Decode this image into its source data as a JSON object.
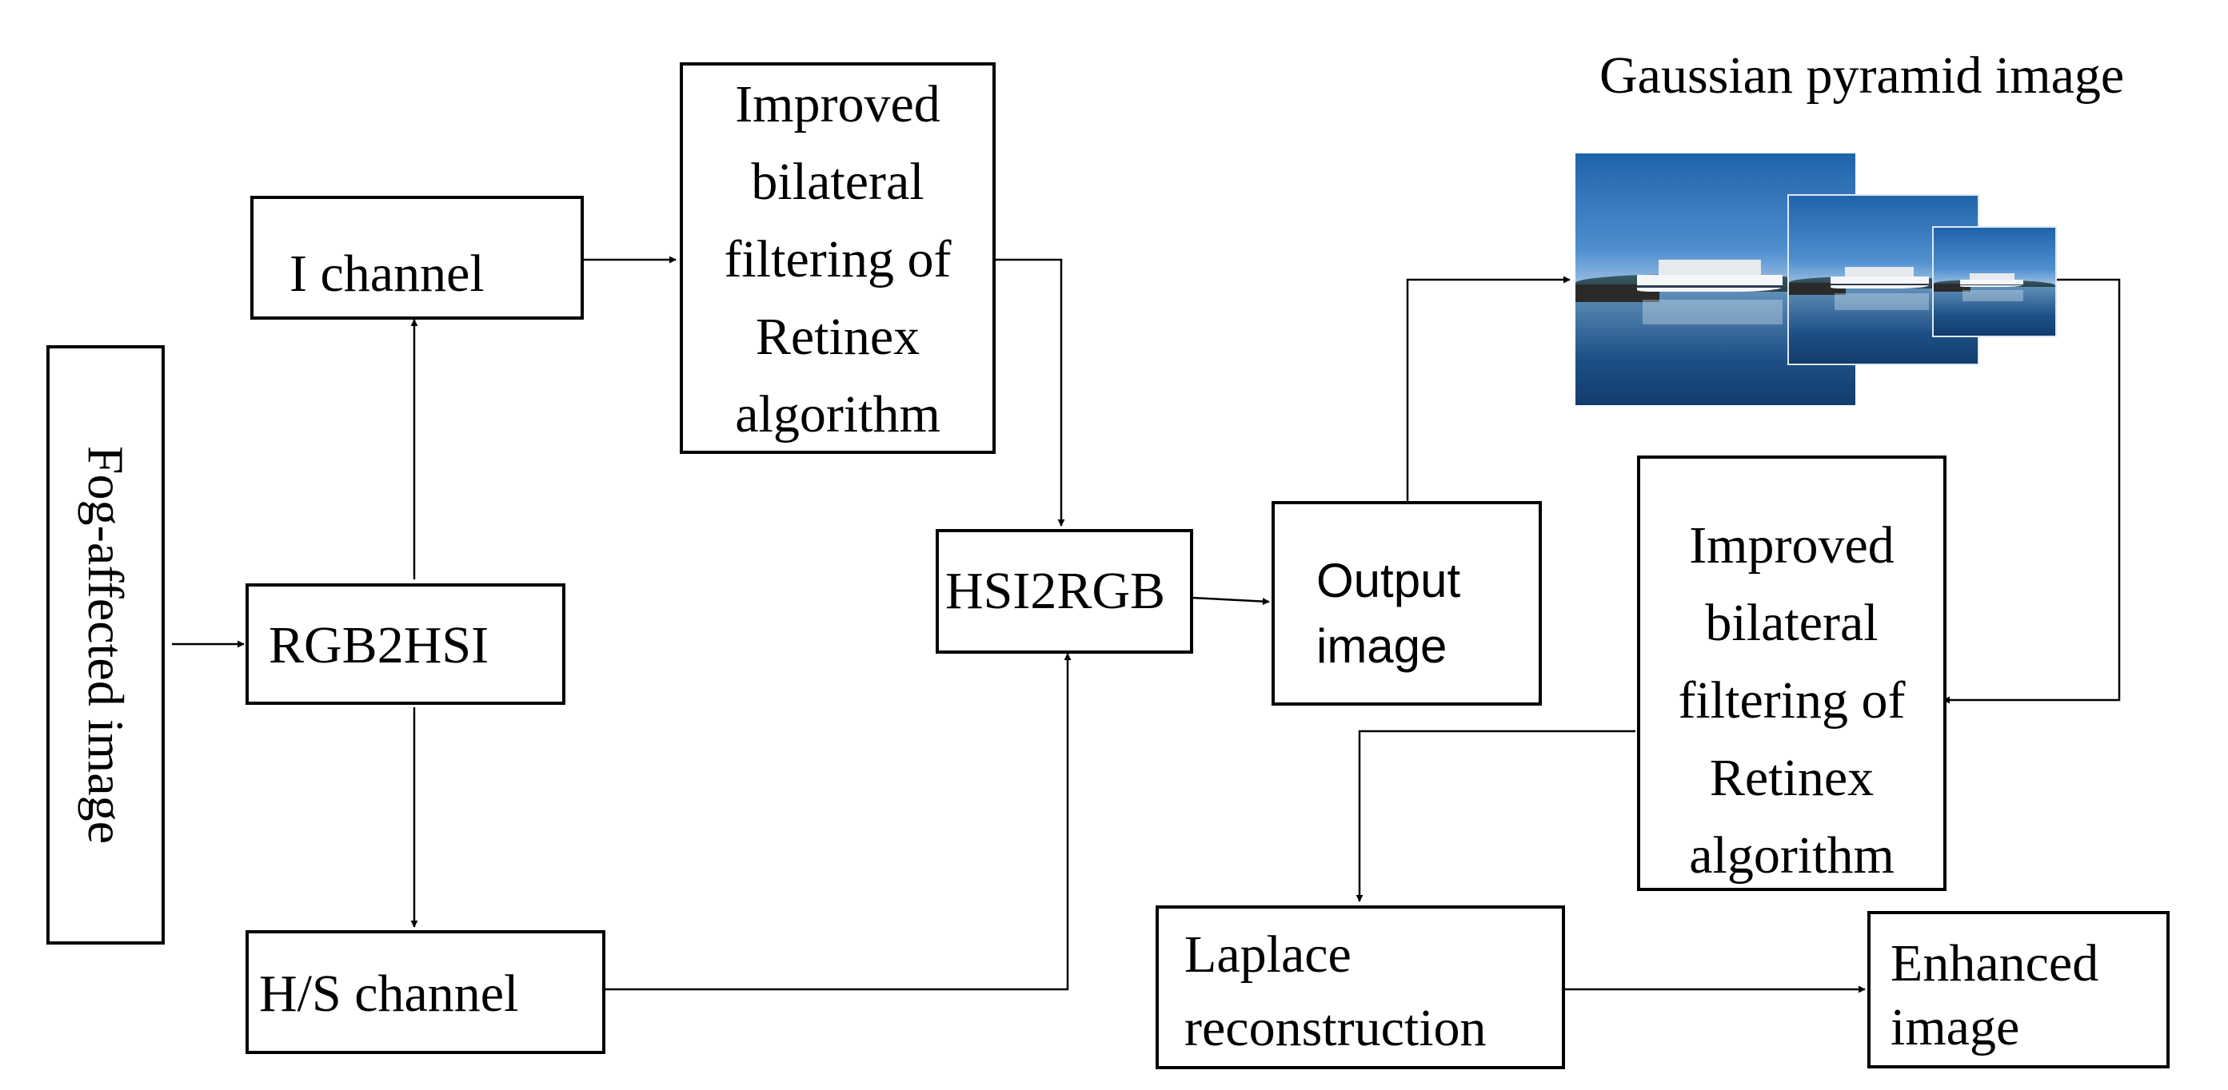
{
  "nodes": {
    "fog_input": "Fog-affected image",
    "rgb2hsi": "RGB2HSI",
    "i_channel": "I channel",
    "hs_channel": "H/S channel",
    "retinex_top": [
      "Improved",
      "bilateral",
      "filtering of",
      "Retinex",
      "algorithm"
    ],
    "hsi2rgb": "HSI2RGB",
    "output_image": [
      "Output",
      "image"
    ],
    "pyramid_caption": "Gaussian pyramid image",
    "retinex_right": [
      "Improved",
      "bilateral",
      "filtering of",
      "Retinex",
      "algorithm"
    ],
    "laplace": [
      "Laplace",
      "reconstruction"
    ],
    "enhanced": [
      "Enhanced",
      "image"
    ]
  },
  "colors": {
    "stroke": "#000000",
    "background": "#ffffff"
  }
}
